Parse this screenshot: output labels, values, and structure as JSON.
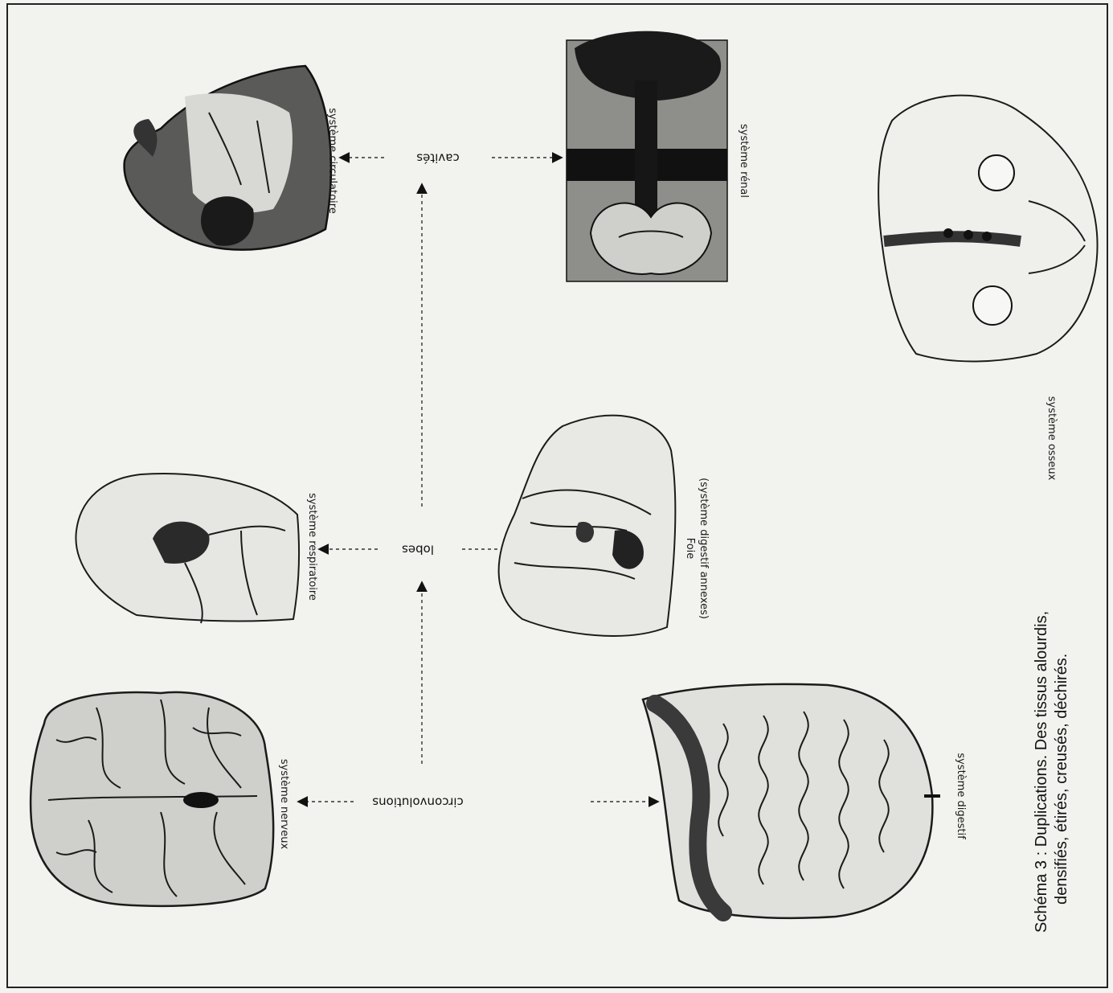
{
  "keywords": {
    "circonvolutions": "circonvolutions",
    "lobes": "lobes",
    "cavites": "cavités"
  },
  "systems": {
    "nerveux": "système nerveux",
    "respiratoire": "système respiratoire",
    "circulatoire": "système circulatoire",
    "digestif": "système digestif",
    "foie_line1": "Foie",
    "foie_line2": "(système digestif annexes)",
    "renal": "système rénal",
    "osseux": "système osseux"
  },
  "caption": {
    "line1": "Schéma 3 : Duplications. Des tissus alourdis,",
    "line2": "densifiés, étirés, creusés, déchirés."
  }
}
